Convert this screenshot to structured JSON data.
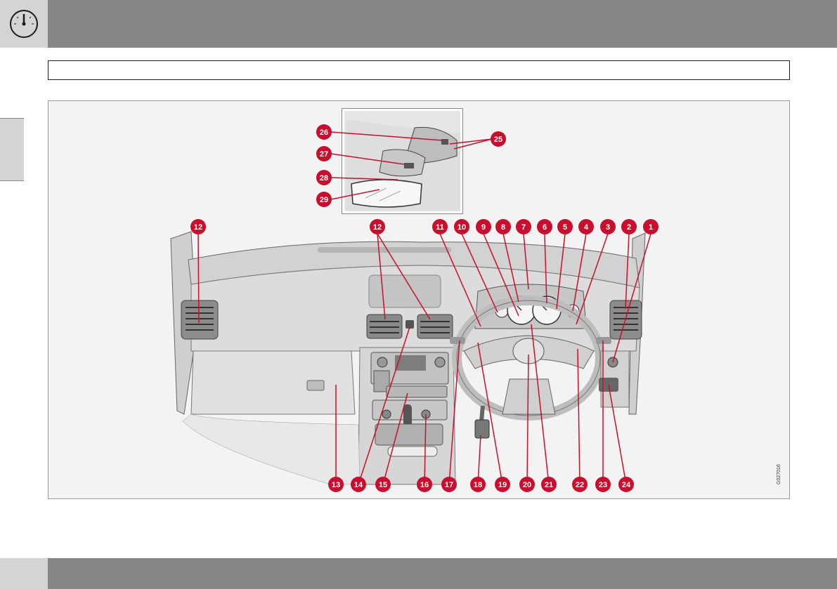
{
  "header": {
    "icon": "speedometer-icon"
  },
  "title_box": {
    "text": ""
  },
  "figure": {
    "image_code": "G027016",
    "inset_callouts": [
      "26",
      "25",
      "27",
      "28",
      "29"
    ],
    "top_callouts": [
      "12",
      "12",
      "11",
      "10",
      "9",
      "8",
      "7",
      "6",
      "5",
      "4",
      "3",
      "2",
      "1"
    ],
    "bottom_callouts": [
      "13",
      "14",
      "15",
      "16",
      "17",
      "18",
      "19",
      "20",
      "21",
      "22",
      "23",
      "24"
    ]
  },
  "colors": {
    "header_gray": "#878787",
    "light_gray": "#d4d4d4",
    "callout_red": "#c8102e"
  }
}
